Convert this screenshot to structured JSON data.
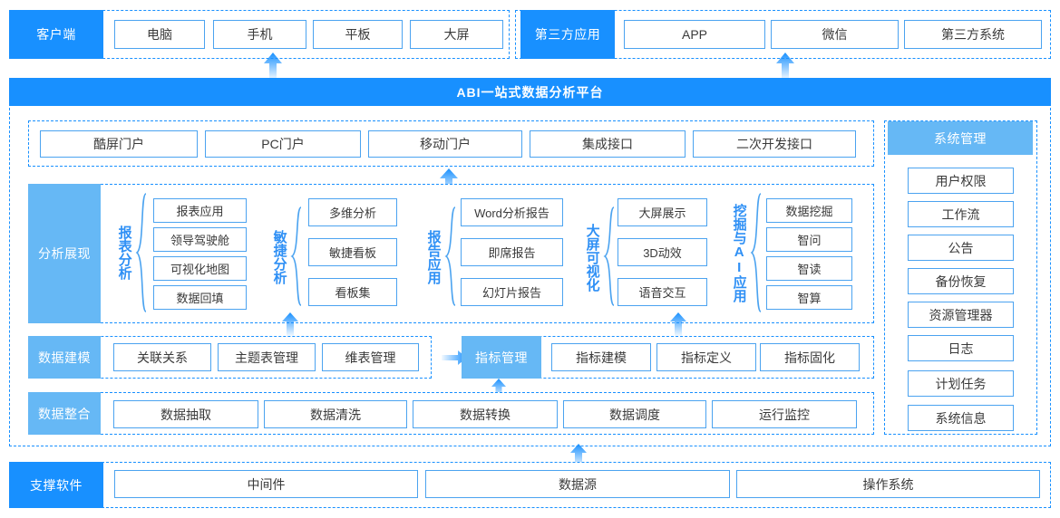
{
  "diagram": {
    "title": "ABI一站式数据分析平台"
  },
  "client_row": {
    "label": "客户端",
    "items": [
      "电脑",
      "手机",
      "平板",
      "大屏"
    ]
  },
  "third_party_row": {
    "label": "第三方应用",
    "items": [
      "APP",
      "微信",
      "第三方系统"
    ]
  },
  "platform": {
    "title": "ABI一站式数据分析平台"
  },
  "portal_row": {
    "items": [
      "酷屏门户",
      "PC门户",
      "移动门户",
      "集成接口",
      "二次开发接口"
    ]
  },
  "analysis": {
    "label": "分析展现",
    "groups": [
      {
        "caption": "报表分析",
        "items": [
          "报表应用",
          "领导驾驶舱",
          "可视化地图",
          "数据回填"
        ]
      },
      {
        "caption": "敏捷分析",
        "items": [
          "多维分析",
          "敏捷看板",
          "看板集"
        ]
      },
      {
        "caption": "报告应用",
        "items": [
          "Word分析报告",
          "即席报告",
          "幻灯片报告"
        ]
      },
      {
        "caption": "大屏可视化",
        "items": [
          "大屏展示",
          "3D动效",
          "语音交互"
        ]
      },
      {
        "caption": "挖掘与AI应用",
        "items": [
          "数据挖掘",
          "智问",
          "智读",
          "智算"
        ]
      }
    ]
  },
  "modeling_row": {
    "label": "数据建模",
    "items": [
      "关联关系",
      "主题表管理",
      "维表管理"
    ],
    "indicator_label": "指标管理",
    "indicator_items": [
      "指标建模",
      "指标定义",
      "指标固化"
    ]
  },
  "integration_row": {
    "label": "数据整合",
    "items": [
      "数据抽取",
      "数据清洗",
      "数据转换",
      "数据调度",
      "运行监控"
    ]
  },
  "system_panel": {
    "label": "系统管理",
    "items": [
      "用户权限",
      "工作流",
      "公告",
      "备份恢复",
      "资源管理器",
      "日志",
      "计划任务",
      "系统信息"
    ]
  },
  "support_row": {
    "label": "支撑软件",
    "items": [
      "中间件",
      "数据源",
      "操作系统"
    ]
  },
  "colors": {
    "primary": "#1890ff",
    "light": "#66b8f5",
    "border": "#4ba3f0",
    "caption": "#2f90f5"
  }
}
